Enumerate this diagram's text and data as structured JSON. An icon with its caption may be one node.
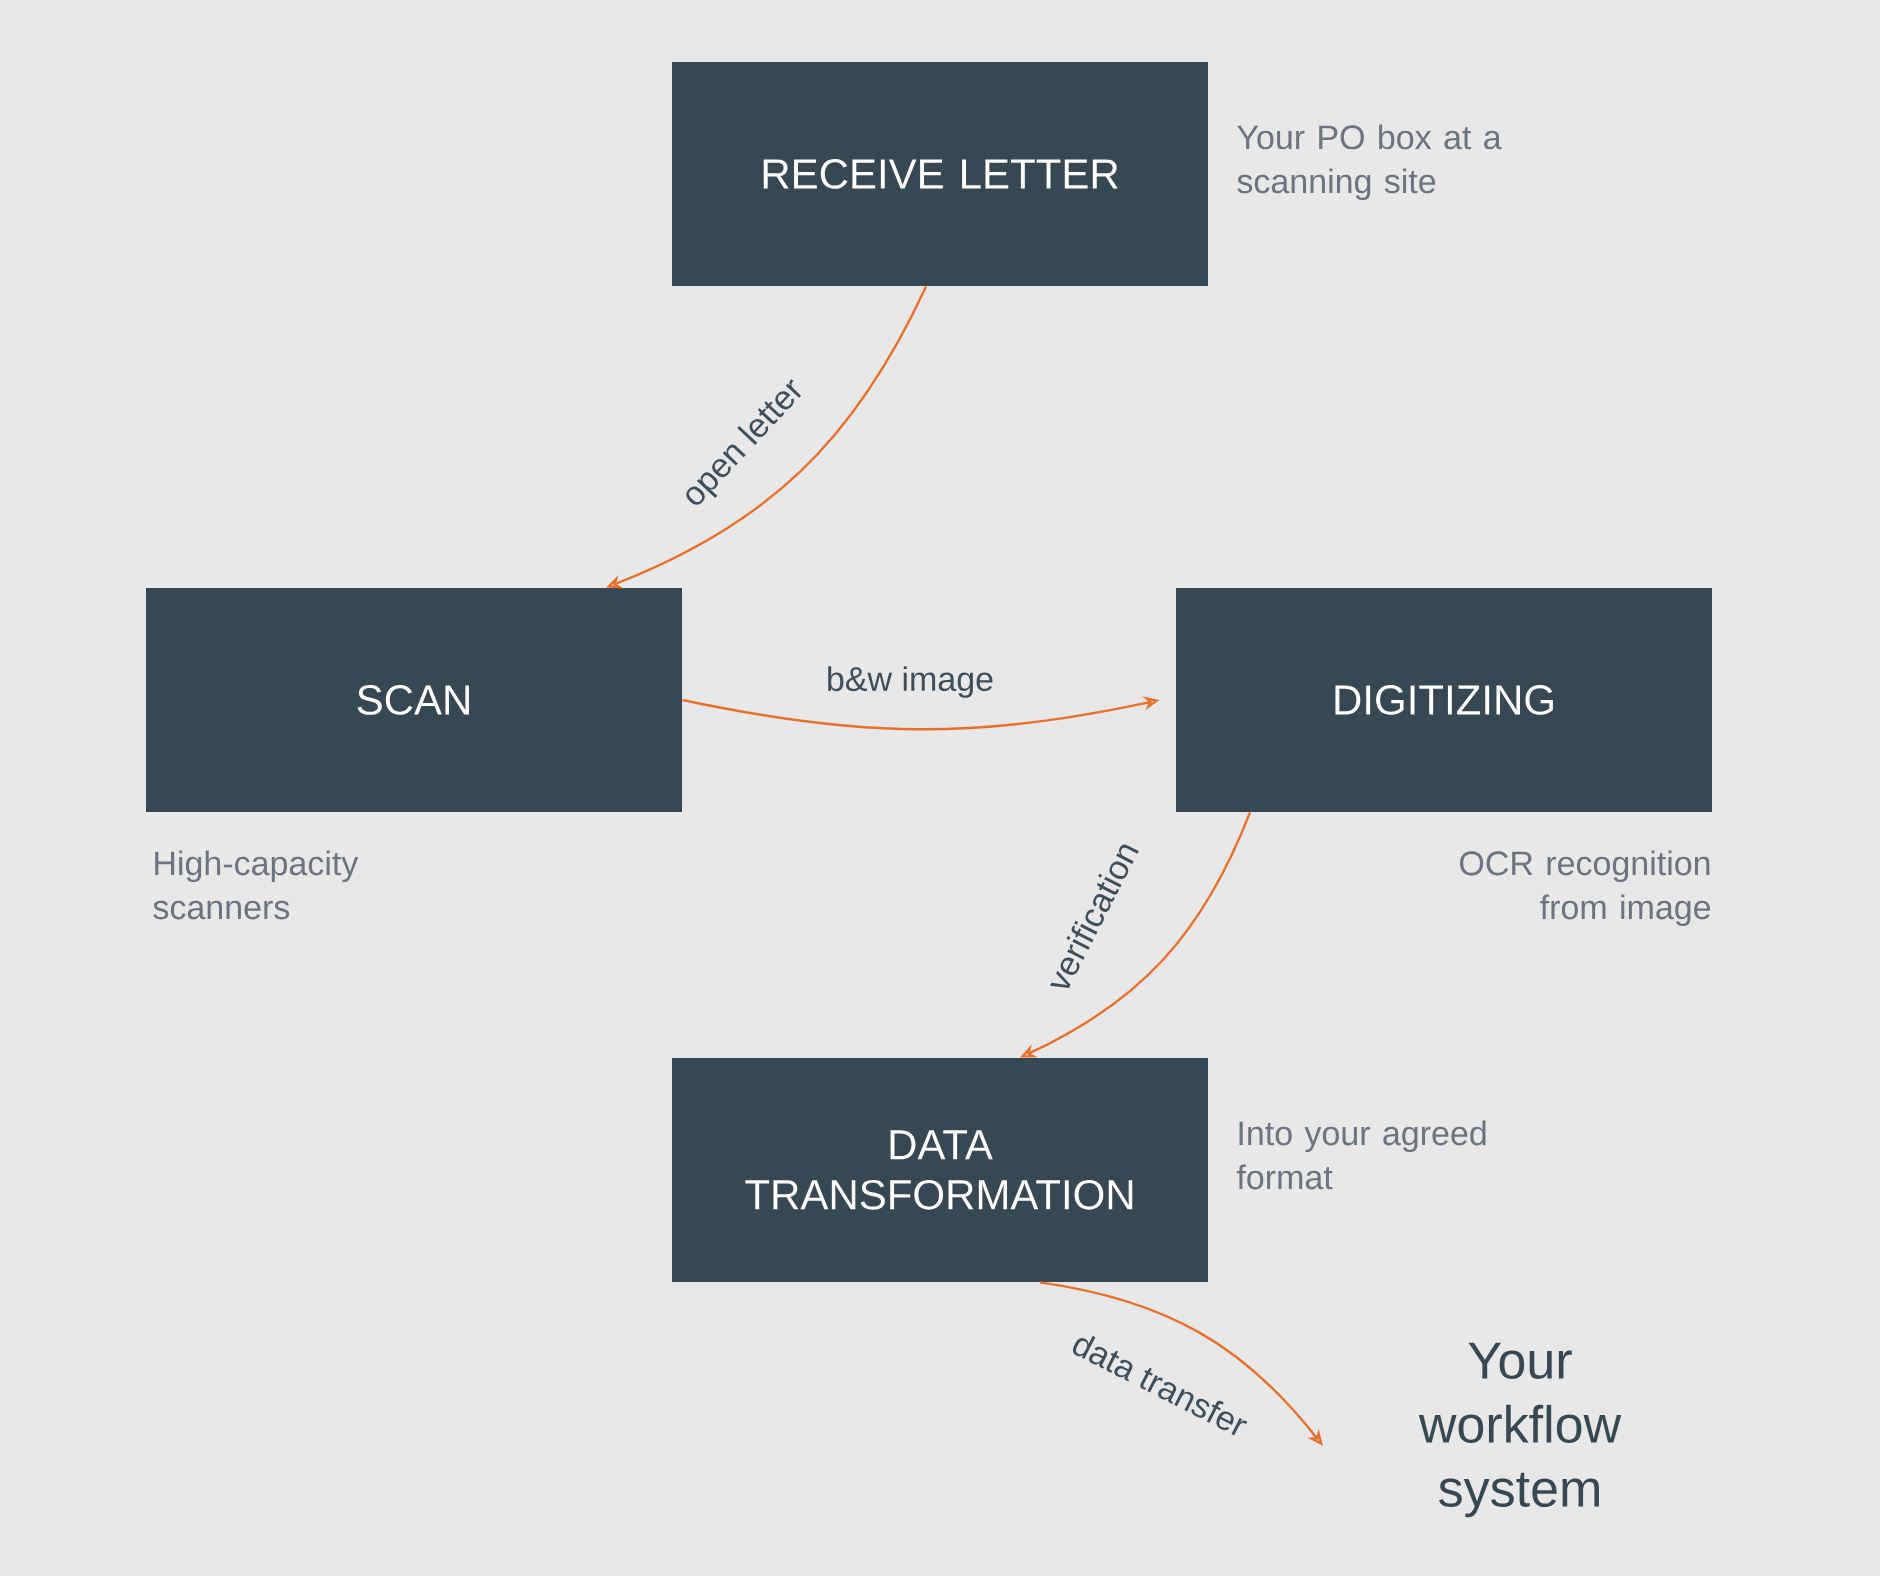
{
  "diagram": {
    "nodes": [
      {
        "text": [
          "RECEIVE LETTER"
        ],
        "beside": [
          "Your PO box at a scanning site"
        ]
      },
      {
        "text": [
          "SCAN"
        ],
        "beside": [
          "High-capacity scanners"
        ]
      },
      {
        "text": [
          "DIGITIZING"
        ],
        "beside": [
          "OCR recognition from image"
        ]
      },
      {
        "text": [
          "DATA TRANSFORMATION"
        ],
        "beside": [
          "Into your agreed format"
        ]
      },
      {
        "text": [
          "Your workflow system"
        ]
      }
    ],
    "edges": [
      {
        "from": 0,
        "to": 1,
        "arrow": "to",
        "label": "open letter"
      },
      {
        "from": 1,
        "to": 2,
        "arrow": "to",
        "label": "b&w image"
      },
      {
        "from": 2,
        "to": 3,
        "arrow": "to",
        "label": "verification"
      },
      {
        "from": 3,
        "to": 4,
        "arrow": "to",
        "label": "data transfer"
      }
    ]
  }
}
